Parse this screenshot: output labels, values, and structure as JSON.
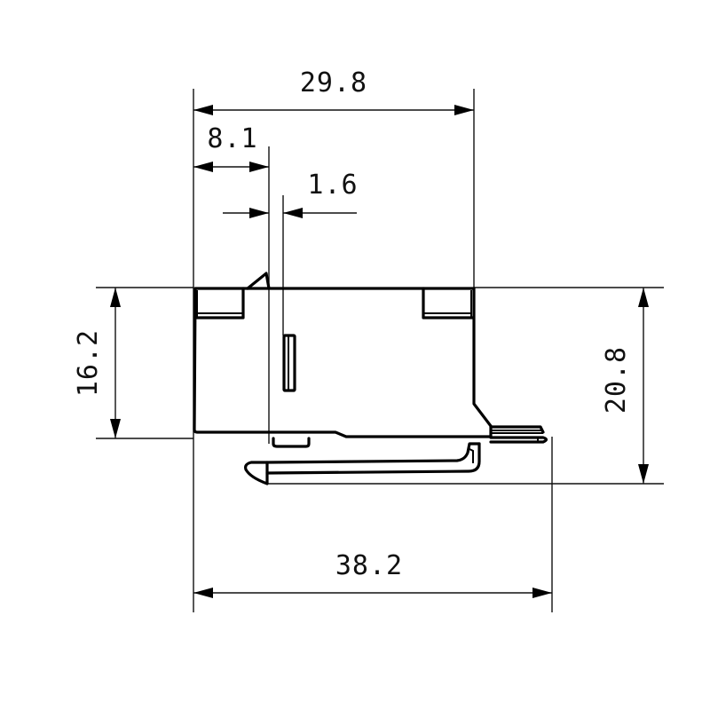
{
  "drawing": {
    "type": "technical-dimension-drawing",
    "subject": "connector side view",
    "units": "mm",
    "dimensions": {
      "top_width": {
        "label": "29.8",
        "orientation": "horizontal"
      },
      "offset_left": {
        "label": "8.1",
        "orientation": "horizontal"
      },
      "slot_width": {
        "label": "1.6",
        "orientation": "horizontal"
      },
      "body_height": {
        "label": "16.2",
        "orientation": "vertical"
      },
      "total_height": {
        "label": "20.8",
        "orientation": "vertical"
      },
      "total_length": {
        "label": "38.2",
        "orientation": "horizontal"
      }
    },
    "colors": {
      "line": "#000000",
      "background": "#ffffff"
    }
  }
}
